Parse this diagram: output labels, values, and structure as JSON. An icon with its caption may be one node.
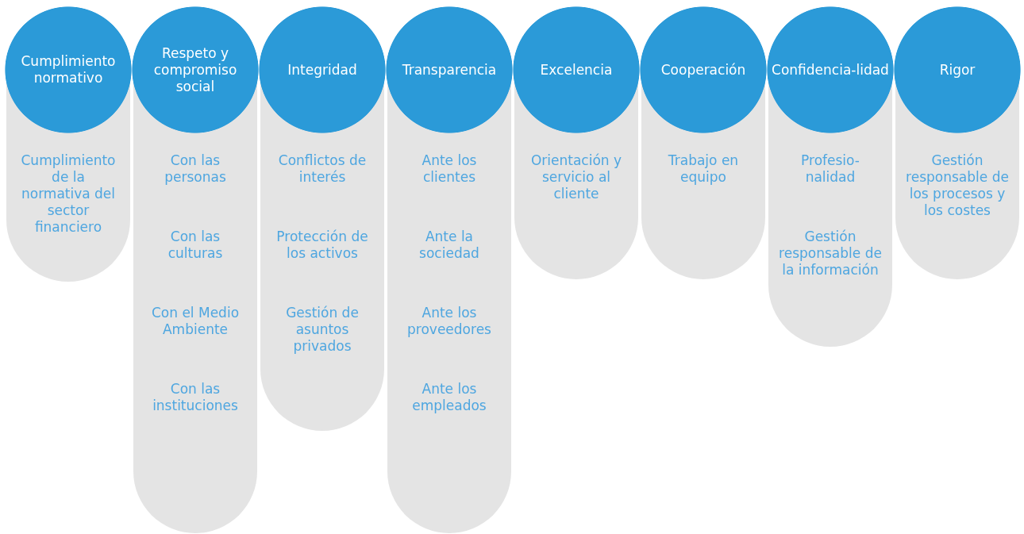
{
  "diagram": {
    "nodes": [
      {
        "text": [
          "Cumplimiento normativo"
        ]
      },
      {
        "text": [
          "Cumplimiento de la normativa del sector financiero"
        ]
      },
      {
        "text": [
          "Respeto y compromiso social"
        ]
      },
      {
        "text": [
          "Con las personas",
          "Con las culturas",
          "Con el Medio Ambiente",
          "Con las instituciones"
        ]
      },
      {
        "text": [
          "Integridad"
        ]
      },
      {
        "text": [
          "Conflictos de interés",
          "Protección de los activos",
          "Gestión de asuntos privados"
        ]
      },
      {
        "text": [
          "Transparencia"
        ]
      },
      {
        "text": [
          "Ante los clientes",
          "Ante la sociedad",
          "Ante los proveedores",
          "Ante los empleados"
        ]
      },
      {
        "text": [
          "Excelencia"
        ]
      },
      {
        "text": [
          "Orientación y servicio al cliente"
        ]
      },
      {
        "text": [
          "Cooperación"
        ]
      },
      {
        "text": [
          "Trabajo en equipo"
        ]
      },
      {
        "text": [
          "Confidencia-lidad"
        ]
      },
      {
        "text": [
          "Profesio-nalidad",
          "Gestión responsable de la información"
        ]
      },
      {
        "text": [
          "Rigor"
        ]
      },
      {
        "text": [
          "Gestión responsable de los procesos y los costes"
        ]
      }
    ]
  }
}
